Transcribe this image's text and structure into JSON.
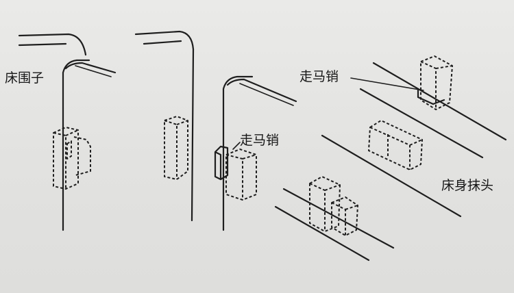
{
  "labels": {
    "bed_rail": "床围子",
    "sliding_pin": "走马销",
    "bed_frame_edge": "床身抹头"
  }
}
